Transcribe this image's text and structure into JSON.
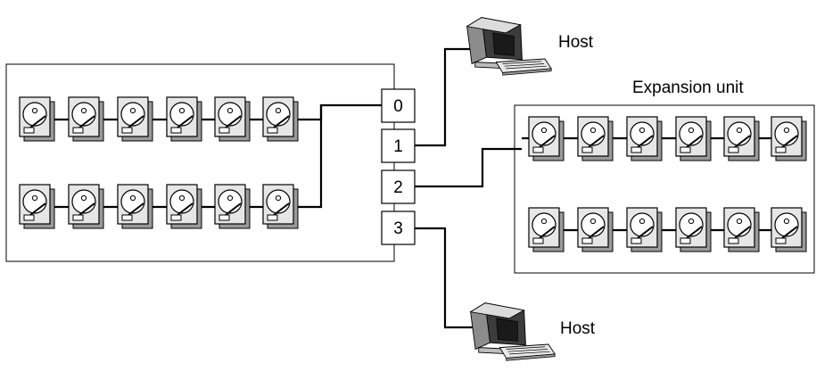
{
  "labels": {
    "host_top": "Host",
    "host_bottom": "Host",
    "expansion_unit": "Expansion unit"
  },
  "ports": [
    "0",
    "1",
    "2",
    "3"
  ],
  "array": {
    "rows": 2,
    "disks_per_row": 6
  },
  "expansion": {
    "rows": 2,
    "disks_per_row": 6
  },
  "icons": {
    "disk": "hard-disk-icon",
    "host": "desktop-computer-icon"
  },
  "colors": {
    "line": "#000000",
    "disk_body": "#e6e6e6",
    "disk_shadow": "#9a9a9a",
    "monitor_dark": "#3c3c3c",
    "monitor_light": "#dcdcdc"
  }
}
